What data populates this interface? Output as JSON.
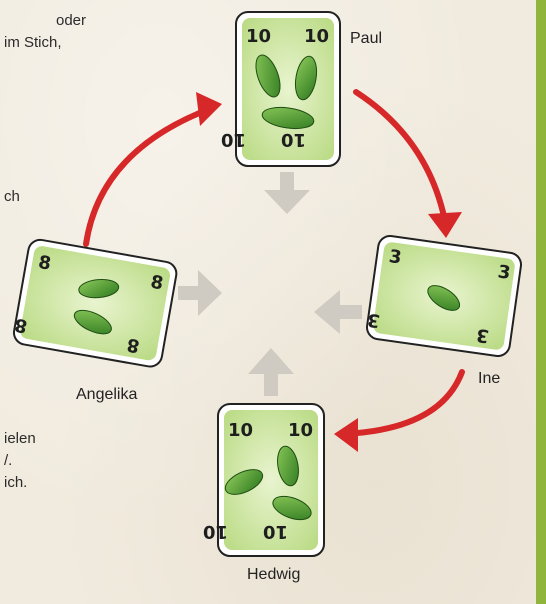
{
  "text_fragments": {
    "line1": "oder",
    "line2": "im Stich,",
    "line3": "ch",
    "line4": "ielen",
    "line5": "/.",
    "line6": "ich."
  },
  "players": {
    "top": {
      "name": "Paul",
      "card_value": "10"
    },
    "right": {
      "name": "Ine",
      "card_value": "3"
    },
    "bottom": {
      "name": "Hedwig",
      "card_value": "10"
    },
    "left": {
      "name": "Angelika",
      "card_value": "8"
    }
  },
  "colors": {
    "red_arrow": "#d62828",
    "grey_arrow": "#cfcac2",
    "card_green": "#cfe7a4",
    "pickle_green": "#3f8f2a",
    "edge_green": "#8fb53a"
  }
}
